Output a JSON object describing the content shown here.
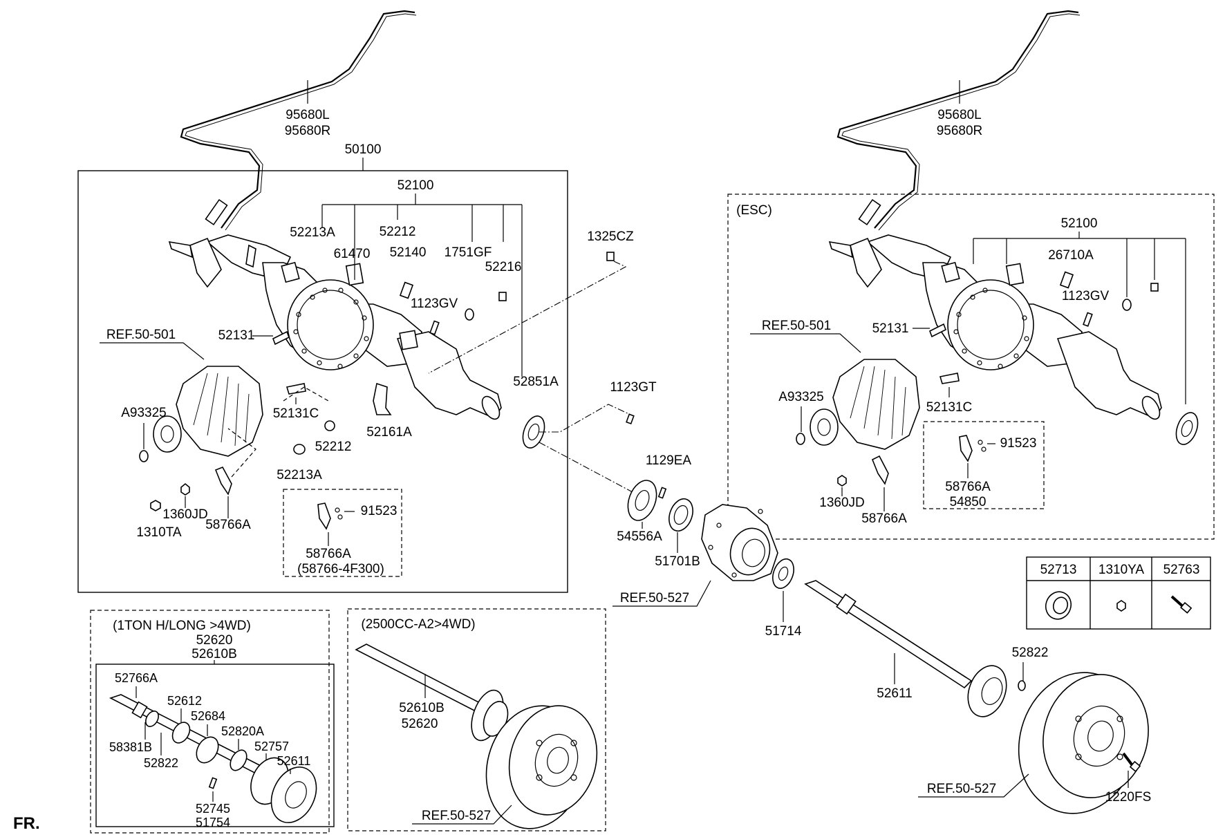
{
  "footer": {
    "direction_label": "FR."
  },
  "boxes": {
    "main_assembly": "50100",
    "esc_variant": "(ESC)",
    "one_ton_variant": "(1TON H/LONG >4WD)",
    "cc2500_variant": "(2500CC-A2>4WD)"
  },
  "left_assembly": {
    "cable_code_l": "95680L",
    "cable_code_r": "95680R",
    "housing": "52100",
    "plug": "52213A",
    "gasket": "52212",
    "bracket": "61470",
    "breather": "52140",
    "vent": "1751GF",
    "bolt_52216": "52216",
    "bolt_1123gv": "1123GV",
    "bolt_52131": "52131",
    "bolt_52131c": "52131C",
    "gasket_lower": "52212",
    "plug_lower": "52213A",
    "clip": "52161A",
    "seal_52851a": "52851A",
    "ref_carrier": "REF.50-501",
    "nut_a93325": "A93325",
    "bolt_1360jd": "1360JD",
    "nut_1310ta": "1310TA",
    "bracket_58766a": "58766A",
    "sub_bracket": "58766A",
    "sub_bracket_code": "(58766-4F300)",
    "sub_bolt": "91523"
  },
  "right_assembly": {
    "cable_code_l": "95680L",
    "cable_code_r": "95680R",
    "housing": "52100",
    "breather": "26710A",
    "bolt_1123gv": "1123GV",
    "ref_carrier": "REF.50-501",
    "bolt_52131": "52131",
    "bolt_52131c": "52131C",
    "nut_a93325": "A93325",
    "bolt_1360jd": "1360JD",
    "bracket_58766a": "58766A",
    "sub_bolt": "91523",
    "sub_bracket": "58766A",
    "sub_sensor": "54850"
  },
  "hub_parts": {
    "bolt_1325cz": "1325CZ",
    "bolt_1123gt": "1123GT",
    "bolt_1129ea": "1129EA",
    "gasket_54556a": "54556A",
    "seal_51701b": "51701B",
    "ref_hub": "REF.50-527",
    "ring_51714": "51714",
    "shaft_52611": "52611",
    "nut_52822": "52822",
    "ref_drum": "REF.50-527",
    "bolt_1220fs": "1220FS"
  },
  "parts_table": {
    "headers": [
      "52713",
      "1310YA",
      "52763"
    ]
  },
  "one_ton_box": {
    "kit_a": "52620",
    "kit_b": "52610B",
    "p1": "52766A",
    "p2": "52612",
    "p3": "52684",
    "p4": "52820A",
    "p5": "52757",
    "p6": "52611",
    "p7": "58381B",
    "p8": "52822",
    "p9": "52745",
    "p10": "51754"
  },
  "cc2500_box": {
    "shaft_a": "52610B",
    "shaft_b": "52620",
    "ref_drum": "REF.50-527"
  }
}
